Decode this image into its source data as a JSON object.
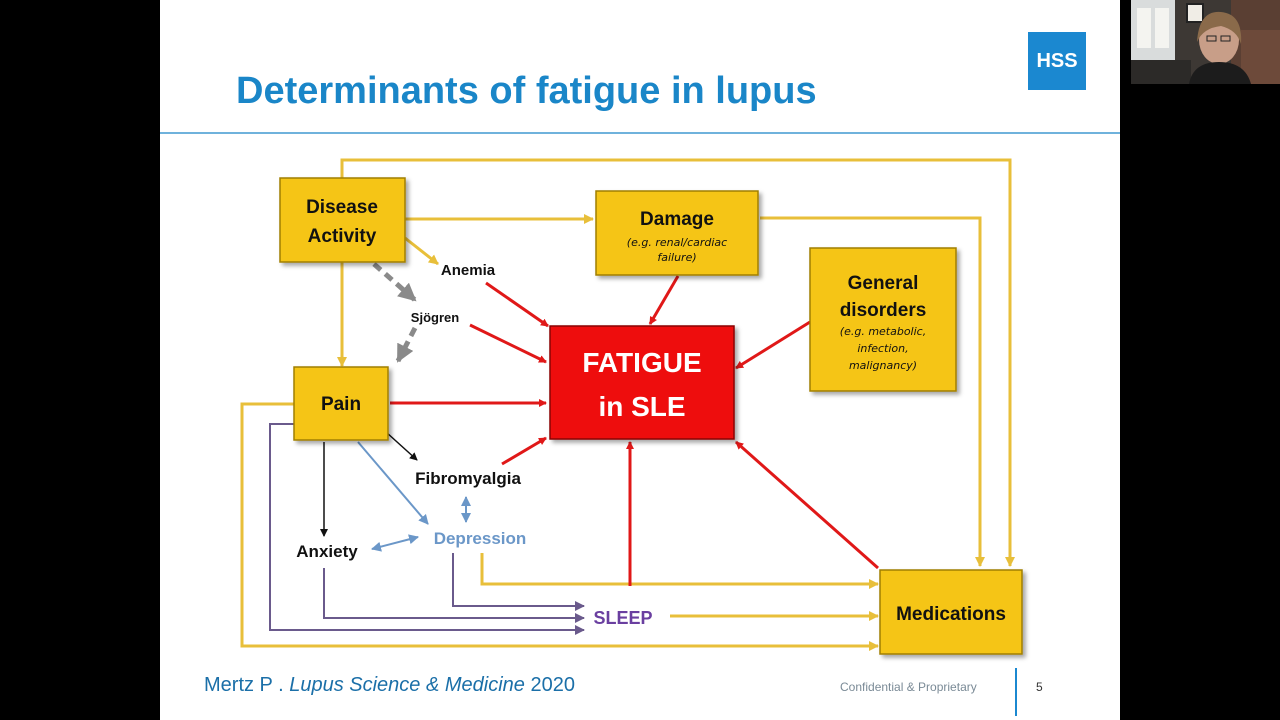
{
  "slide": {
    "title": "Determinants of fatigue in lupus",
    "logo": "HSS",
    "footer": {
      "citation_author": "Mertz P . ",
      "citation_journal": "Lupus Science & Medicine",
      "citation_year": " 2020",
      "confidential": "Confidential & Proprietary",
      "page_number": "5"
    }
  },
  "diagram": {
    "boxes": {
      "disease_activity": [
        "Disease",
        "Activity"
      ],
      "damage": "Damage",
      "damage_note": [
        "(e.g. renal/cardiac",
        "failure)"
      ],
      "general_disorders": [
        "General",
        "disorders"
      ],
      "general_disorders_note": [
        "(e.g. metabolic,",
        "infection,",
        "malignancy)"
      ],
      "fatigue": [
        "FATIGUE",
        "in SLE"
      ],
      "pain": "Pain",
      "medications": "Medications"
    },
    "nodes": {
      "anemia": "Anemia",
      "sjogren": "Sjögren",
      "fibromyalgia": "Fibromyalgia",
      "anxiety": "Anxiety",
      "depression": "Depression",
      "sleep": "SLEEP"
    },
    "colors": {
      "box_fill": "#f5c518",
      "box_border": "#a07f00",
      "fatigue_fill": "#ee1111",
      "red_arrow": "#e01818",
      "yellow_arrow": "#e8bf3a",
      "gray_arrow": "#8a8a8a",
      "blue_arrow": "#6b97c8",
      "purple_line": "#6a5a8c",
      "depression_text": "#6b97c8",
      "sleep_text": "#6a3fa0"
    }
  },
  "webcam": {
    "icon": "presenter-webcam"
  }
}
